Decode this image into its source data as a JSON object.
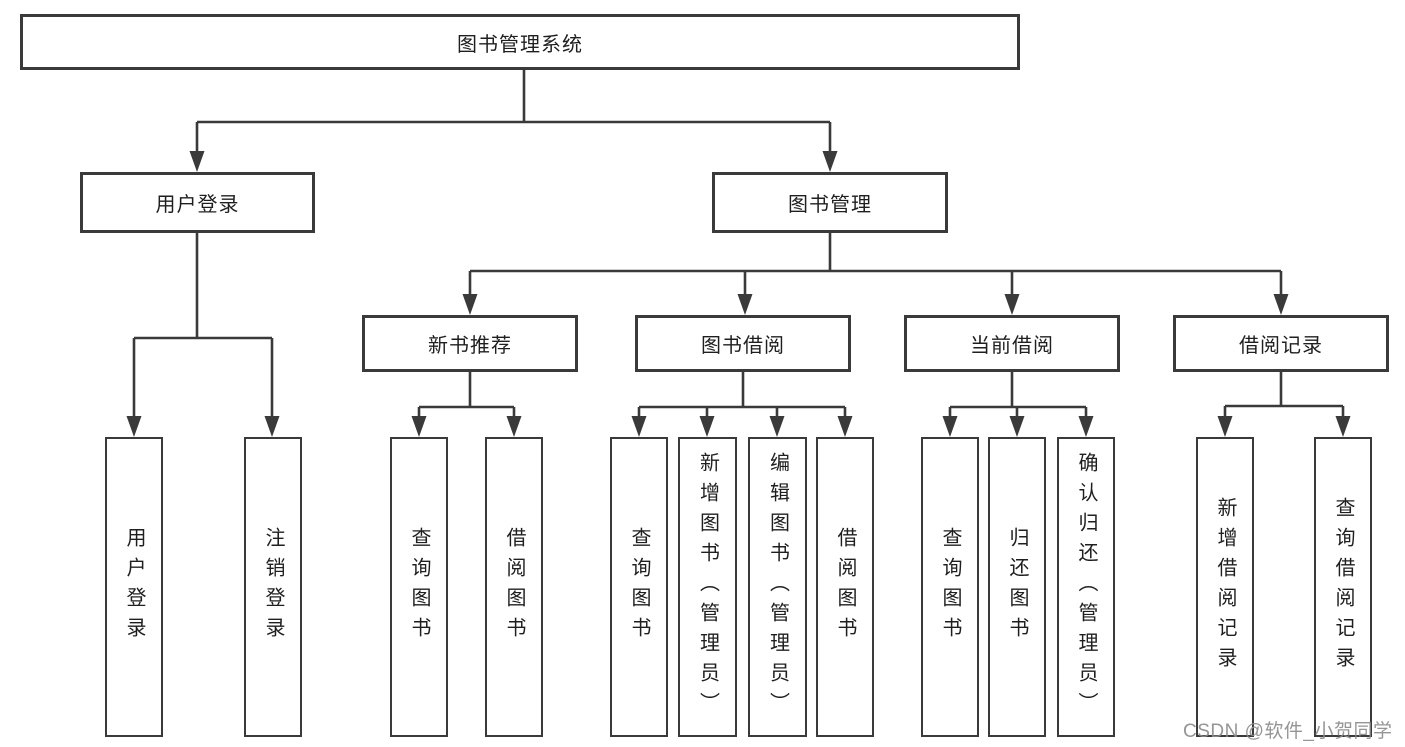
{
  "diagram": {
    "root": {
      "label": "图书管理系统"
    },
    "user_login": {
      "label": "用户登录",
      "children": [
        {
          "label": "用户登录"
        },
        {
          "label": "注销登录"
        }
      ]
    },
    "book_mgmt": {
      "label": "图书管理",
      "groups": [
        {
          "label": "新书推荐",
          "children": [
            {
              "label": "查询图书"
            },
            {
              "label": "借阅图书"
            }
          ]
        },
        {
          "label": "图书借阅",
          "children": [
            {
              "label": "查询图书"
            },
            {
              "label": "新增图书（管理员）"
            },
            {
              "label": "编辑图书（管理员）"
            },
            {
              "label": "借阅图书"
            }
          ]
        },
        {
          "label": "当前借阅",
          "children": [
            {
              "label": "查询图书"
            },
            {
              "label": "归还图书"
            },
            {
              "label": "确认归还（管理员）"
            }
          ]
        },
        {
          "label": "借阅记录",
          "children": [
            {
              "label": "新增借阅记录"
            },
            {
              "label": "查询借阅记录"
            }
          ]
        }
      ]
    }
  },
  "watermark": {
    "text": "CSDN @软件_小贺同学"
  },
  "colors": {
    "line": "#3a3a3a",
    "box_border": "#3a3a3a",
    "text": "#1f1f1f",
    "watermark": "#8c8c8c",
    "background": "#ffffff"
  }
}
